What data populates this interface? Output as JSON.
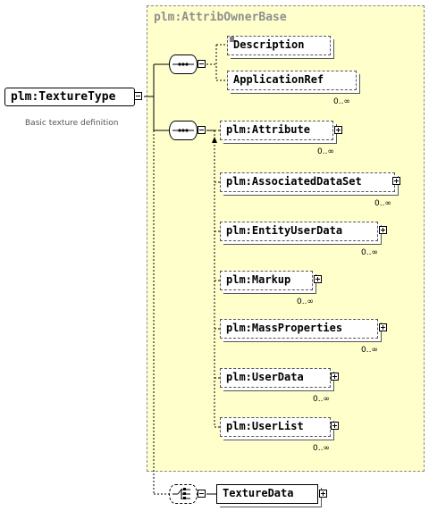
{
  "root": {
    "label": "plm:TextureType",
    "description": "Basic texture definition"
  },
  "base_group": {
    "label": "plm:AttribOwnerBase"
  },
  "elements": [
    {
      "label": "Description",
      "card": ""
    },
    {
      "label": "ApplicationRef",
      "card": "0..∞"
    },
    {
      "label": "plm:Attribute",
      "card": "0..∞"
    },
    {
      "label": "plm:AssociatedDataSet",
      "card": "0..∞"
    },
    {
      "label": "plm:EntityUserData",
      "card": "0..∞"
    },
    {
      "label": "plm:Markup",
      "card": "0..∞"
    },
    {
      "label": "plm:MassProperties",
      "card": "0..∞"
    },
    {
      "label": "plm:UserData",
      "card": "0..∞"
    },
    {
      "label": "plm:UserList",
      "card": "0..∞"
    },
    {
      "label": "TextureData",
      "card": ""
    }
  ]
}
